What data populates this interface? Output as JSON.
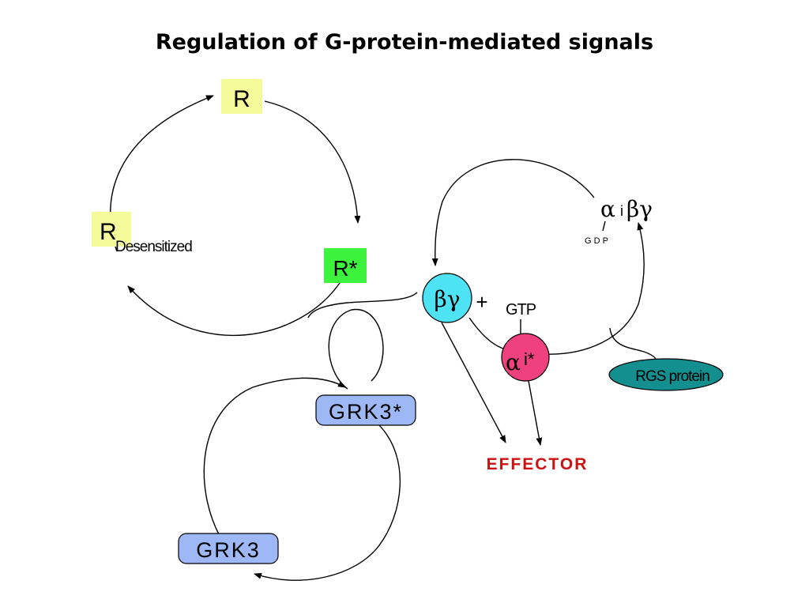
{
  "title": "Regulation of G-protein-mediated signals",
  "colors": {
    "receptor_box": "#f5fa9a",
    "active_receptor_box": "#3cf23c",
    "grk3_box": "#9db8f5",
    "beta_gamma": "#4de3f5",
    "alpha_i_active": "#f0417f",
    "rgs_protein": "#148f8f",
    "effector_text": "#cc1111"
  },
  "receptor_cycle": {
    "r_label": "R",
    "r_active_label": "R*",
    "r_desensitized_main": "R",
    "r_desensitized_sub": "Desensitized"
  },
  "g_protein_cycle": {
    "heterotrimer": {
      "alpha": "α",
      "i": "i",
      "beta_gamma": "βγ"
    },
    "gdp_label": "G D P",
    "beta_gamma_label": "βγ",
    "plus_sign": "+",
    "gtp_label": "GTP",
    "alpha_i_active": {
      "alpha": "α",
      "i_star": "i*"
    },
    "rgs_label": "RGS protein"
  },
  "grk_cycle": {
    "grk3_active_label": "GRK3*",
    "grk3_label": "GRK3"
  },
  "effector_label": "EFFECTOR"
}
